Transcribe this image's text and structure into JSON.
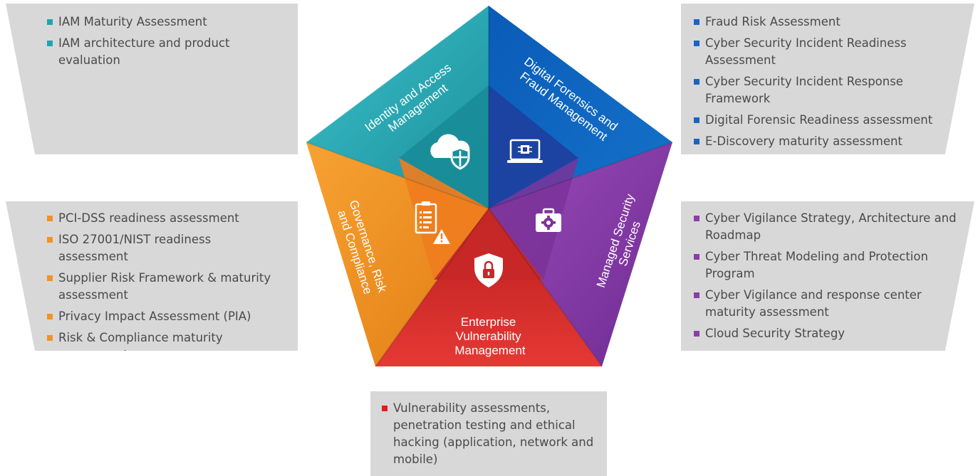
{
  "colors": {
    "iam": "#1fa4b4",
    "forensics": "#1a5fb4",
    "managed": "#8a3ea6",
    "vulnerability": "#d32f2f",
    "governance": "#f39223",
    "panel": "#d8d8d8",
    "text": "#4a4a4a"
  },
  "segments": {
    "iam": "Identity and Access Management",
    "forensics": "Digital Forensics and Fraud Management",
    "managed": "Managed Security Services",
    "vulnerability": "Enterprise Vulnerability Management",
    "governance": "Governance, Risk and Compliance"
  },
  "segment_icons": {
    "iam": "cloud-shield-icon",
    "forensics": "laptop-chip-icon",
    "managed": "toolbox-gear-icon",
    "vulnerability": "shield-lock-icon",
    "governance": "clipboard-warning-icon"
  },
  "panels": {
    "iam": {
      "bullet_color": "#1fa4b4",
      "items": [
        "IAM Maturity Assessment",
        "IAM architecture and product evaluation"
      ]
    },
    "forensics": {
      "bullet_color": "#1a63c6",
      "items": [
        "Fraud Risk Assessment",
        "Cyber Security Incident Readiness Assessment",
        "Cyber Security Incident Response Framework",
        "Digital Forensic Readiness assessment",
        "E-Discovery maturity assessment"
      ]
    },
    "governance": {
      "bullet_color": "#f39223",
      "items": [
        "PCI-DSS readiness assessment",
        "ISO 27001/NIST readiness assessment",
        "Supplier Risk Framework & maturity assessment",
        "Privacy Impact Assessment (PIA)",
        "Risk & Compliance maturity assessment"
      ]
    },
    "managed": {
      "bullet_color": "#8a3ea6",
      "items": [
        "Cyber Vigilance Strategy, Architecture and Roadmap",
        "Cyber Threat Modeling and Protection Program",
        "Cyber Vigilance and response center maturity assessment",
        "Cloud Security Strategy"
      ]
    },
    "vulnerability": {
      "bullet_color": "#e31b23",
      "items": [
        "Vulnerability assessments, penetration testing and ethical hacking (application, network and mobile)"
      ]
    }
  }
}
